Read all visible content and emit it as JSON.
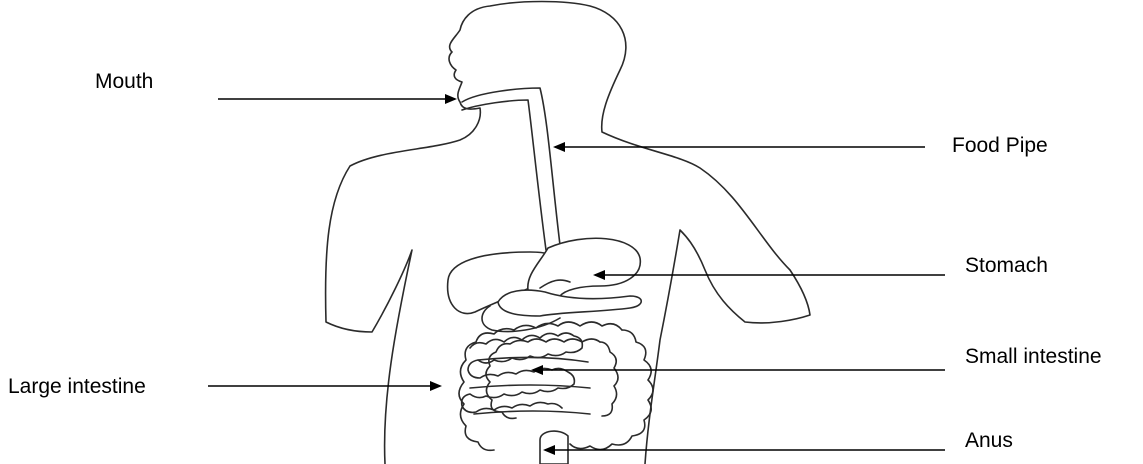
{
  "labels": {
    "mouth": "Mouth",
    "food_pipe": "Food Pipe",
    "stomach": "Stomach",
    "small_intestine": "Small intestine",
    "large_intestine": "Large intestine",
    "anus": "Anus"
  },
  "colors": {
    "outline": "#2b2b2b",
    "text": "#000000",
    "background": "#ffffff"
  }
}
